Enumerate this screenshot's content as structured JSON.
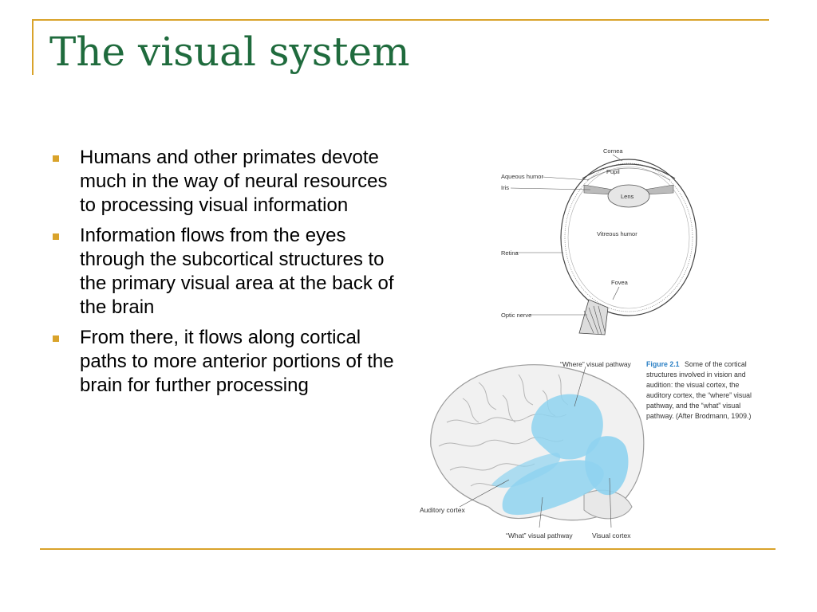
{
  "slide": {
    "title": "The visual system",
    "bullets": [
      "Humans and other primates devote much in the way of neural resources to processing visual information",
      "Information flows from the eyes through the subcortical structures to the primary visual area at the back of the brain",
      "From there, it flows along cortical paths to more anterior portions of the brain for further processing"
    ]
  },
  "eye_figure": {
    "labels": {
      "cornea": "Cornea",
      "pupil": "Pupil",
      "aqueous_humor": "Aqueous humor",
      "iris": "Iris",
      "lens": "Lens",
      "vitreous_humor": "Vitreous humor",
      "retina": "Retina",
      "fovea": "Fovea",
      "optic_nerve": "Optic nerve"
    }
  },
  "brain_figure": {
    "labels": {
      "where_pathway": "“Where” visual pathway",
      "auditory_cortex": "Auditory cortex",
      "what_pathway": "“What” visual pathway",
      "visual_cortex": "Visual cortex"
    },
    "caption": {
      "figure_number": "Figure 2.1",
      "lines": [
        "Some of the cortical",
        "structures involved in vision and",
        "audition: the visual cortex, the",
        "auditory cortex, the “where” visual",
        "pathway, and the “what” visual",
        "pathway. (After Brodmann, 1909.)"
      ]
    }
  },
  "colors": {
    "accent": "#d9a32b",
    "title": "#1f6b3d",
    "pathway": "#8fd3f0"
  }
}
